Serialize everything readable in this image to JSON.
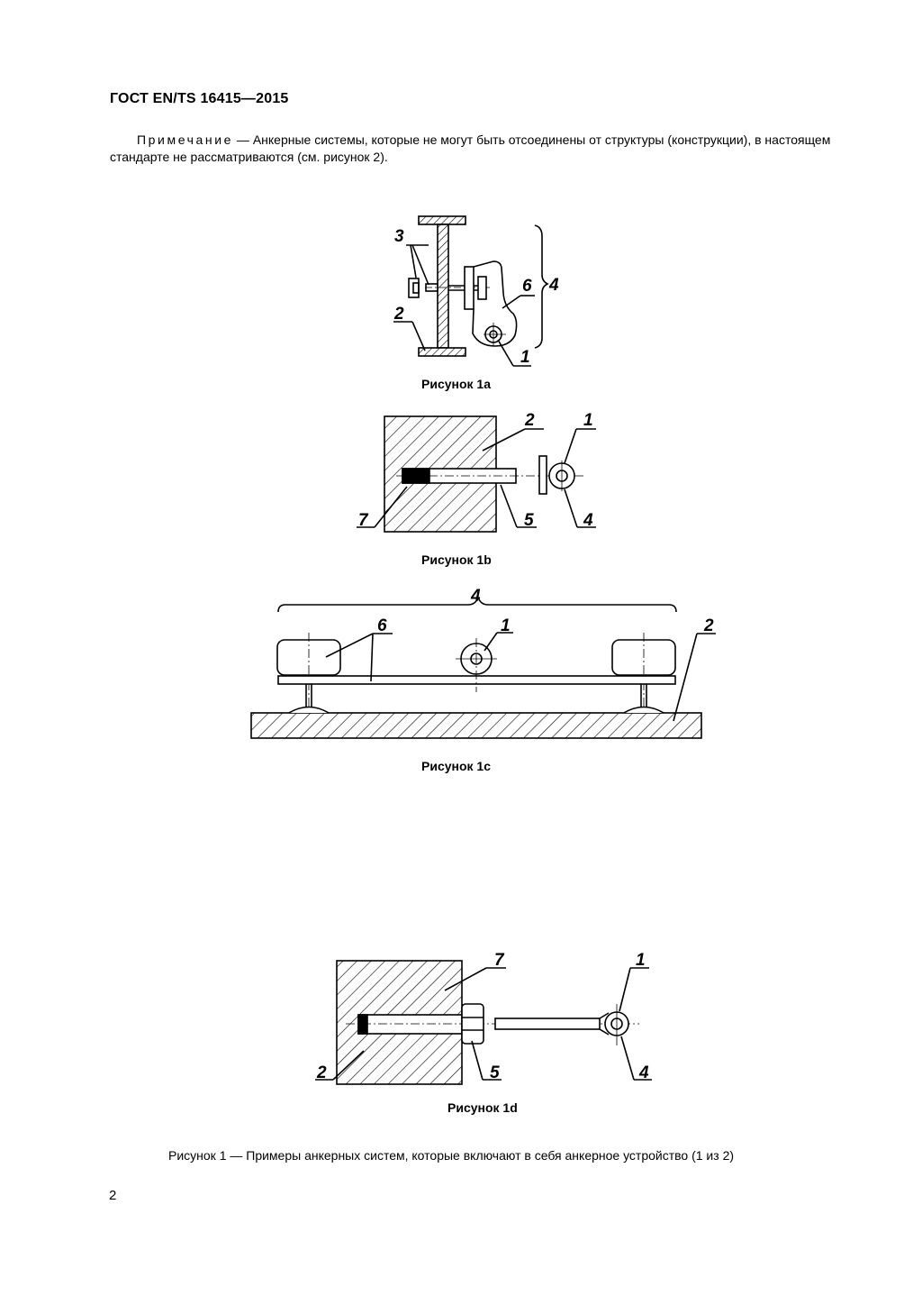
{
  "header": {
    "standard": "ГОСТ  EN/TS  16415—2015"
  },
  "note": {
    "lead": "Примечание",
    "text": " — Анкерные системы, которые не могут быть отсоединены от структуры (конструкции), в настоящем стандарте не рассматриваются (см. рисунок 2)."
  },
  "figures": {
    "fig_1a": {
      "caption": "Рисунок 1а",
      "callouts": [
        "3",
        "2",
        "6",
        "4",
        "1"
      ]
    },
    "fig_1b": {
      "caption": "Рисунок 1b",
      "callouts": [
        "2",
        "1",
        "7",
        "5",
        "4"
      ]
    },
    "fig_1c": {
      "caption": "Рисунок 1с",
      "callouts": [
        "4",
        "6",
        "1",
        "2"
      ]
    },
    "fig_1d": {
      "caption": "Рисунок 1d",
      "callouts": [
        "7",
        "1",
        "2",
        "5",
        "4"
      ]
    }
  },
  "figure_title": "Рисунок  1 — Примеры анкерных систем, которые включают в себя  анкерное устройство (1 из 2)",
  "page_number": "2"
}
